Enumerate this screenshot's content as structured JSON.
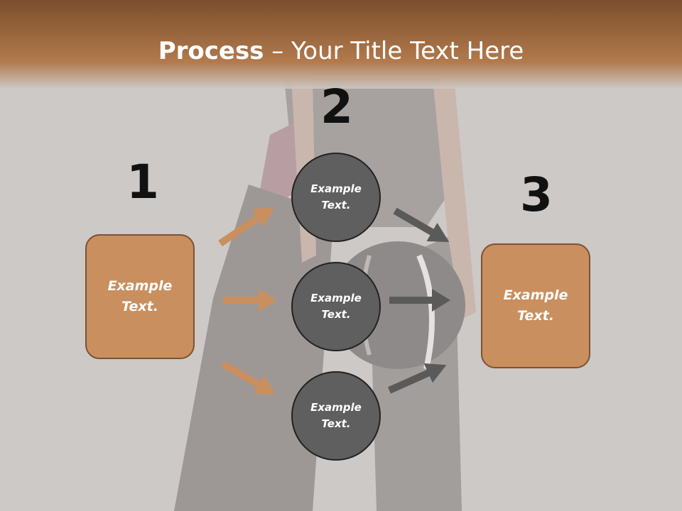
{
  "slide": {
    "title_bold": "Process",
    "title_rest": " – Your Title Text Here"
  },
  "steps": {
    "step1_number": "1",
    "step2_number": "2",
    "step3_number": "3"
  },
  "left_box": {
    "text": "Example Text."
  },
  "right_box": {
    "text": "Example Text."
  },
  "circles": [
    {
      "text": "Example Text."
    },
    {
      "text": "Example Text."
    },
    {
      "text": "Example Text."
    }
  ],
  "colors": {
    "header_brown": "#96643c",
    "box_fill": "#c98f5e",
    "circle_fill": "#5f5f5f",
    "arrow_orange": "#c98f5e",
    "arrow_gray": "#5a5a5a"
  }
}
